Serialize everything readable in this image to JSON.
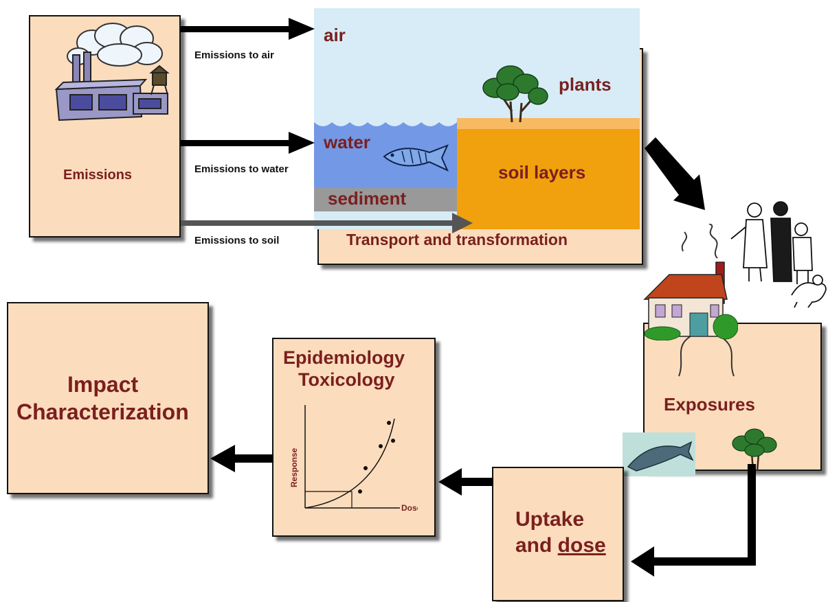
{
  "emissions": {
    "label": "Emissions",
    "to_air": "Emissions to air",
    "to_water": "Emissions to water",
    "to_soil": "Emissions to soil"
  },
  "transport": {
    "title": "Transport and transformation",
    "air": "air",
    "plants": "plants",
    "water": "water",
    "soil": "soil layers",
    "sediment": "sediment"
  },
  "exposures": {
    "label": "Exposures"
  },
  "uptake": {
    "line1": "Uptake",
    "line2_prefix": "and ",
    "line2_dose": "dose"
  },
  "epi": {
    "line1": "Epidemiology",
    "line2": "Toxicology",
    "ylabel": "Response",
    "xlabel": "Dose"
  },
  "impact": {
    "line1": "Impact",
    "line2": "Characterization"
  },
  "colors": {
    "box_fill": "#fbdcbc",
    "text_maroon": "#7a1f1f",
    "sky": "#d7ecf6",
    "water": "#7398e6",
    "soil": "#f1a00e",
    "sediment": "#999999"
  }
}
